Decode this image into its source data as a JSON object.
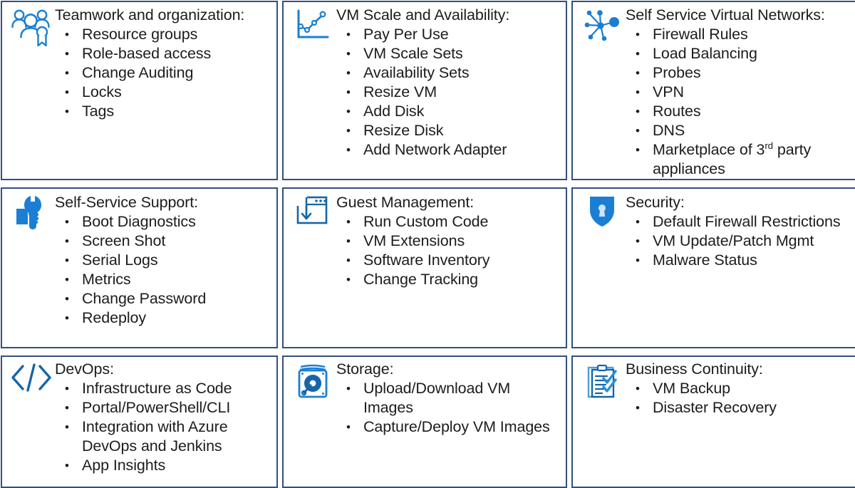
{
  "theme": {
    "card_border_color": "#33507a",
    "icon_accent_color": "#1a7fd4",
    "icon_dark_color": "#1565a8",
    "text_color": "#1c1c1c",
    "background": "#ffffff"
  },
  "cards": [
    {
      "id": "teamwork-and-organization",
      "icon": "people-group-badge-icon",
      "title": "Teamwork and organization:",
      "bullets": [
        "Resource groups",
        "Role-based access",
        "Change Auditing",
        "Locks",
        "Tags"
      ]
    },
    {
      "id": "vm-scale-and-availability",
      "icon": "line-chart-icon",
      "title": "VM Scale and Availability:",
      "bullets": [
        "Pay Per Use",
        "VM Scale Sets",
        "Availability Sets",
        "Resize VM",
        "Add Disk",
        "Resize Disk",
        "Add Network Adapter"
      ]
    },
    {
      "id": "self-service-virtual-networks",
      "icon": "network-nodes-icon",
      "title": "Self Service Virtual Networks:",
      "bullets": [
        "Firewall Rules",
        "Load Balancing",
        "Probes",
        "VPN",
        "Routes",
        "DNS"
      ],
      "bullet_rich": {
        "prefix": "Marketplace of 3",
        "superscript": "rd",
        "suffix": " party appliances"
      }
    },
    {
      "id": "self-service-support",
      "icon": "hand-wrench-icon",
      "title": "Self-Service Support:",
      "bullets": [
        "Boot Diagnostics",
        "Screen Shot",
        "Serial Logs",
        "Metrics",
        "Change Password",
        "Redeploy"
      ]
    },
    {
      "id": "guest-management",
      "icon": "window-download-icon",
      "title": "Guest Management:",
      "bullets": [
        "Run Custom Code",
        "VM Extensions",
        "Software Inventory",
        "Change Tracking"
      ]
    },
    {
      "id": "security",
      "icon": "shield-lock-icon",
      "title": "Security:",
      "bullets": [
        "Default Firewall Restrictions",
        "VM Update/Patch Mgmt",
        "Malware Status"
      ]
    },
    {
      "id": "devops",
      "icon": "code-brackets-icon",
      "title": "DevOps:",
      "bullets": [
        "Infrastructure as Code",
        "Portal/PowerShell/CLI",
        "Integration with Azure DevOps and Jenkins",
        "App Insights"
      ]
    },
    {
      "id": "storage",
      "icon": "hard-disk-icon",
      "title": "Storage:",
      "bullets": [
        "Upload/Download VM Images",
        "Capture/Deploy VM Images"
      ]
    },
    {
      "id": "business-continuity",
      "icon": "clipboard-check-icon",
      "title": "Business Continuity:",
      "bullets": [
        "VM Backup",
        "Disaster Recovery"
      ]
    }
  ]
}
